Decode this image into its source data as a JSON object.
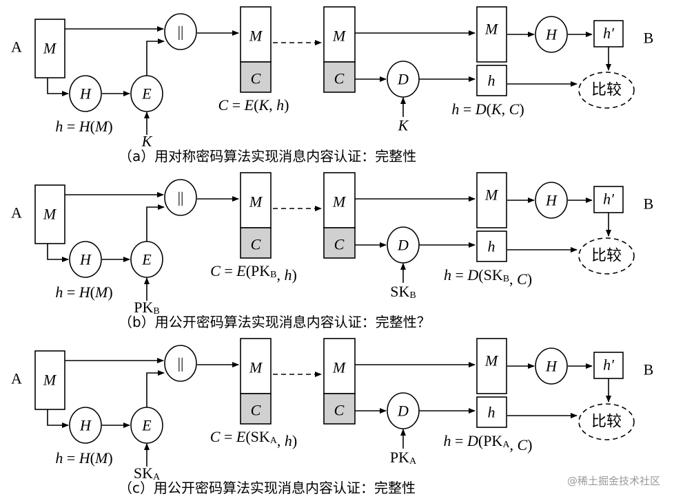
{
  "endpoints": {
    "sender": "A",
    "receiver": "B"
  },
  "symbols": {
    "message": "M",
    "cipher": "C",
    "hash_fn": "H",
    "encrypt": "E",
    "decrypt": "D",
    "hash_val": "h",
    "hash_prime": "h′",
    "concat": "||",
    "compare": "比较"
  },
  "panels": [
    {
      "sender_formula": "h = H(M)",
      "enc_key": "K",
      "cipher_formula": "C = E(K, h)",
      "dec_key": "K",
      "decrypt_formula": "h = D(K, C)",
      "caption": "（a）用对称密码算法实现消息内容认证：完整性"
    },
    {
      "sender_formula": "h = H(M)",
      "enc_key": "PKB",
      "cipher_formula": "C = E(PKB, h)",
      "dec_key": "SKB",
      "decrypt_formula": "h = D(SKB, C)",
      "caption": "（b）用公开密码算法实现消息内容认证：完整性？"
    },
    {
      "sender_formula": "h = H(M)",
      "enc_key": "SKA",
      "cipher_formula": "C = E(SKA, h)",
      "dec_key": "PKA",
      "decrypt_formula": "h = D(PKA, C)",
      "caption": "（c）用公开密码算法实现消息内容认证：完整性"
    }
  ],
  "watermark": "@稀土掘金技术社区",
  "colors": {
    "cipher_fill": "#d0d0d0",
    "line": "#000000"
  }
}
